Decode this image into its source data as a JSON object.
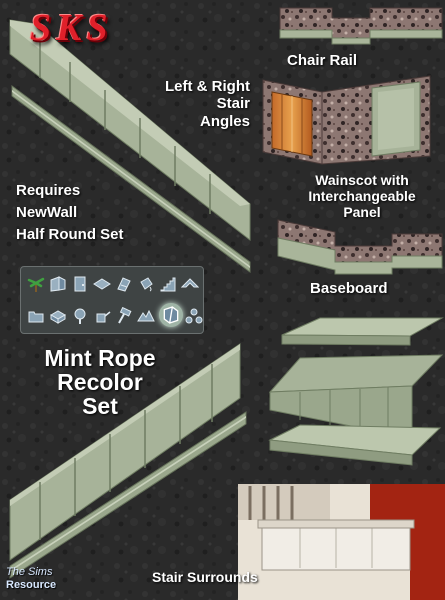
{
  "logo_text": "SKS",
  "watermark": {
    "line1": "The Sims",
    "line2": "Resource"
  },
  "labels": {
    "chair_rail": "Chair Rail",
    "stair_angles": [
      "Left & Right",
      "Stair",
      "Angles"
    ],
    "requires": [
      "Requires",
      "NewWall",
      "Half Round Set"
    ],
    "wainscot": [
      "Wainscot with",
      "Interchangeable",
      "Panel"
    ],
    "baseboard": "Baseboard",
    "mint_rope": [
      "Mint Rope",
      "Recolor",
      "Set"
    ],
    "stair_surrounds": "Stair Surrounds"
  },
  "toolbar_icons": [
    "palm-tree-icon",
    "wall-icon",
    "door-icon",
    "floor-tile-icon",
    "wallpaper-icon",
    "paint-bucket-icon",
    "stair-icon",
    "roof-icon",
    "folder-icon",
    "fence-icon",
    "tree-icon",
    "watering-can-icon",
    "hammer-icon",
    "terrain-icon",
    "wall-piece-icon",
    "molecule-icon"
  ],
  "colors": {
    "mint": "#a9b59a",
    "mint_dark": "#6f7d62",
    "granite": "#8a6e6a",
    "logo_red": "#e0202a",
    "text": "#ffffff"
  }
}
